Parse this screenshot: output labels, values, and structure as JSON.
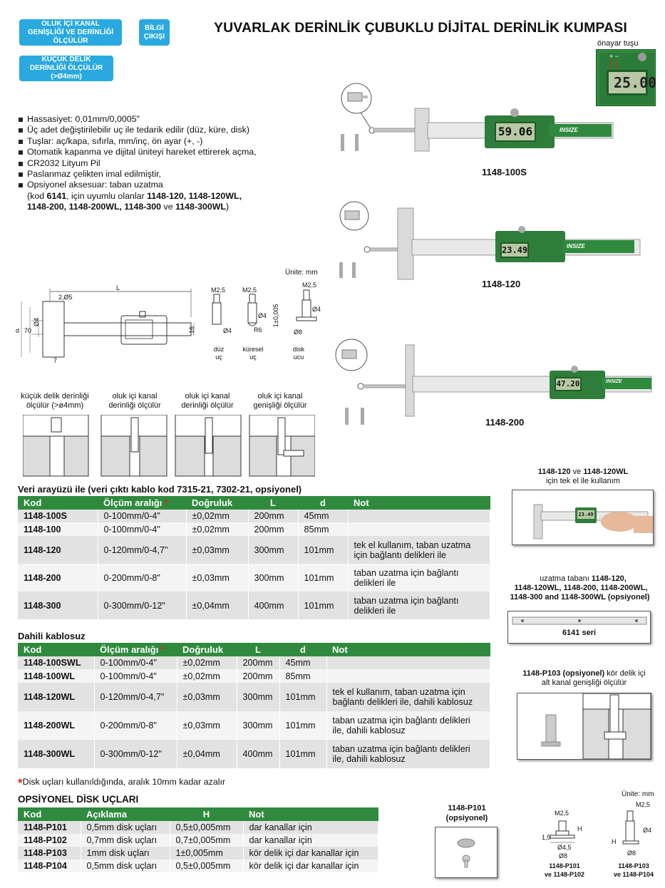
{
  "badges": {
    "slot_badge": "OLUK İÇİ KANAL GENİŞLİĞİ VE DERİNLİĞİ ÖLÇÜLÜR",
    "info_badge": "BİLGİ ÇIKIŞI",
    "hole_badge": "KÜÇÜK DELİK DERİNLİĞİ ÖLÇÜLÜR (>Ø4mm)"
  },
  "title": "YUVARLAK DERİNLİK ÇUBUKLU DİJİTAL DERİNLİK KUMPASI",
  "preset_label": "önayar tuşu",
  "preset_display": "25.00",
  "features": [
    "Hassasiyet: 0,01mm/0,0005\"",
    "Üç adet değiştirilebilir uç ile tedarik edilir (düz, küre, disk)",
    "Tuşlar: aç/kapa, sıfırla, mm/inç, ön ayar (+, -)",
    "Otomatik kapanma ve dijital üniteyi hareket ettirerek açma,",
    "CR2032 Lityum Pil",
    "Paslanmaz çelikten imal edilmiştir,",
    "Opsiyonel aksesuar:  taban uzatma"
  ],
  "accessory_text": {
    "line1_pre": "(kod ",
    "line1_code": "6141",
    "line1_mid": ", için uyumlu olanlar ",
    "line1_models": "1148-120, 1148-120WL,",
    "line2_a": "1148-200, 1148-200WL, 1148-300",
    "line2_ve": " ve ",
    "line2_b": "1148-300WL",
    "line2_end": ")"
  },
  "products": [
    {
      "model": "1148-100S",
      "display": "59.06",
      "brand": "INSIZE"
    },
    {
      "model": "1148-120",
      "display": "23.49",
      "brand": "INSIZE"
    },
    {
      "model": "1148-200",
      "display": "47.20",
      "brand": "INSIZE"
    }
  ],
  "drawing": {
    "unit_label": "Ünite: mm",
    "L": "L",
    "r": "2,Ø5",
    "d": "d",
    "h70": "70",
    "phi4": "Ø4",
    "h16": "16",
    "h7": "7",
    "tips": [
      {
        "top": "M2,5",
        "dim": "Ø4",
        "label": "düz uç"
      },
      {
        "top": "M2,5",
        "dim": "Ø4",
        "dim2": "R6",
        "label": "küresel uç"
      },
      {
        "top": "M2,5",
        "dim": "Ø4",
        "dim2": "Ø8",
        "h": "1±0,005",
        "label": "disk ucu"
      }
    ]
  },
  "usage": [
    "küçük delik derinliği ölçülür (>ø4mm)",
    "oluk içi kanal derinliği ölçülür",
    "oluk içi kanal derinliği ölçülür",
    "oluk içi kanal genişliği ölçülür"
  ],
  "table1": {
    "title": "Veri arayüzü ile (veri çıktı kablo kod 7315-21, 7302-21, opsiyonel)",
    "headers": [
      "Kod",
      "Ölçüm aralığı",
      "Doğruluk",
      "L",
      "d",
      "Not"
    ],
    "rows": [
      [
        "1148-100S",
        "0-100mm/0-4\"",
        "±0,02mm",
        "200mm",
        "45mm",
        ""
      ],
      [
        "1148-100",
        "0-100mm/0-4\"",
        "±0,02mm",
        "200mm",
        "85mm",
        ""
      ],
      [
        "1148-120",
        "0-120mm/0-4,7\"",
        "±0,03mm",
        "300mm",
        "101mm",
        "tek el kullanım, taban uzatma için bağlantı delikleri ile"
      ],
      [
        "1148-200",
        "0-200mm/0-8\"",
        "±0,03mm",
        "300mm",
        "101mm",
        "taban uzatma için bağlantı delikleri ile"
      ],
      [
        "1148-300",
        "0-300mm/0-12\"",
        "±0,04mm",
        "400mm",
        "101mm",
        "taban uzatma için bağlantı delikleri ile"
      ]
    ]
  },
  "table2": {
    "title": "Dahili kablosuz",
    "headers": [
      "Kod",
      "Ölçüm aralığı",
      "Doğruluk",
      "L",
      "d",
      "Not"
    ],
    "rows": [
      [
        "1148-100SWL",
        "0-100mm/0-4\"",
        "±0,02mm",
        "200mm",
        "45mm",
        ""
      ],
      [
        "1148-100WL",
        "0-100mm/0-4\"",
        "±0,02mm",
        "200mm",
        "85mm",
        ""
      ],
      [
        "1148-120WL",
        "0-120mm/0-4,7\"",
        "±0,03mm",
        "300mm",
        "101mm",
        "tek el kullanım, taban uzatma için bağlantı delikleri ile, dahili kablosuz"
      ],
      [
        "1148-200WL",
        "0-200mm/0-8\"",
        "±0,03mm",
        "300mm",
        "101mm",
        "taban uzatma için bağlantı delikleri ile, dahili kablosuz"
      ],
      [
        "1148-300WL",
        "0-300mm/0-12\"",
        "±0,04mm",
        "400mm",
        "101mm",
        "taban uzatma için bağlantı delikleri ile, dahili kablosuz"
      ]
    ]
  },
  "footnote": "Disk uçları kullanıldığında, aralık 10mm kadar azalır",
  "table3": {
    "title": "OPSİYONEL DİSK UÇLARI",
    "headers": [
      "Kod",
      "Açıklama",
      "H",
      "Not"
    ],
    "rows": [
      [
        "1148-P101",
        "0,5mm disk uçları",
        "0,5±0,005mm",
        "dar kanallar için"
      ],
      [
        "1148-P102",
        "0,7mm disk uçları",
        "0,7±0,005mm",
        "dar kanallar için"
      ],
      [
        "1148-P103",
        "1mm disk uçları",
        "1±0,005mm",
        "kör delik içi dar kanallar için"
      ],
      [
        "1148-P104",
        "0,5mm disk uçları",
        "0,5±0,005mm",
        "kör delik içi dar kanallar için"
      ]
    ]
  },
  "side": {
    "onehand_a": "1148-120",
    "onehand_ve": " ve ",
    "onehand_b": "1148-120WL",
    "onehand_line2": "için tek el ile kullanım",
    "onehand_display": "23.49",
    "ext_line1_pre": "uzatma tabanı ",
    "ext_line1_b": "1148-120,",
    "ext_line2": "1148-120WL, 1148-200, 1148-200WL,",
    "ext_line3": "1148-300 and 1148-300WL (opsiyonel)",
    "ext_series": "6141 seri",
    "p103_b": "1148-P103 (opsiyonel)",
    "p103_rest": " kör delik içi",
    "p103_line2": "alt kanal genişliği ölçülür",
    "p101_line1": "1148-P101",
    "p101_line2": "(opsiyonel)",
    "unit2": "Ünite: mm",
    "disk_draw_a": {
      "top": "M2,5",
      "h": "H",
      "h2": "1,5",
      "d1": "Ø4,5",
      "d2": "Ø8",
      "label1": "1148-P101",
      "label2": "ve 1148-P102"
    },
    "disk_draw_b": {
      "top": "M2,5",
      "d1": "Ø4",
      "h": "H",
      "d2": "Ø8",
      "label1": "1148-P103",
      "label2": "ve 1148-P104"
    }
  }
}
